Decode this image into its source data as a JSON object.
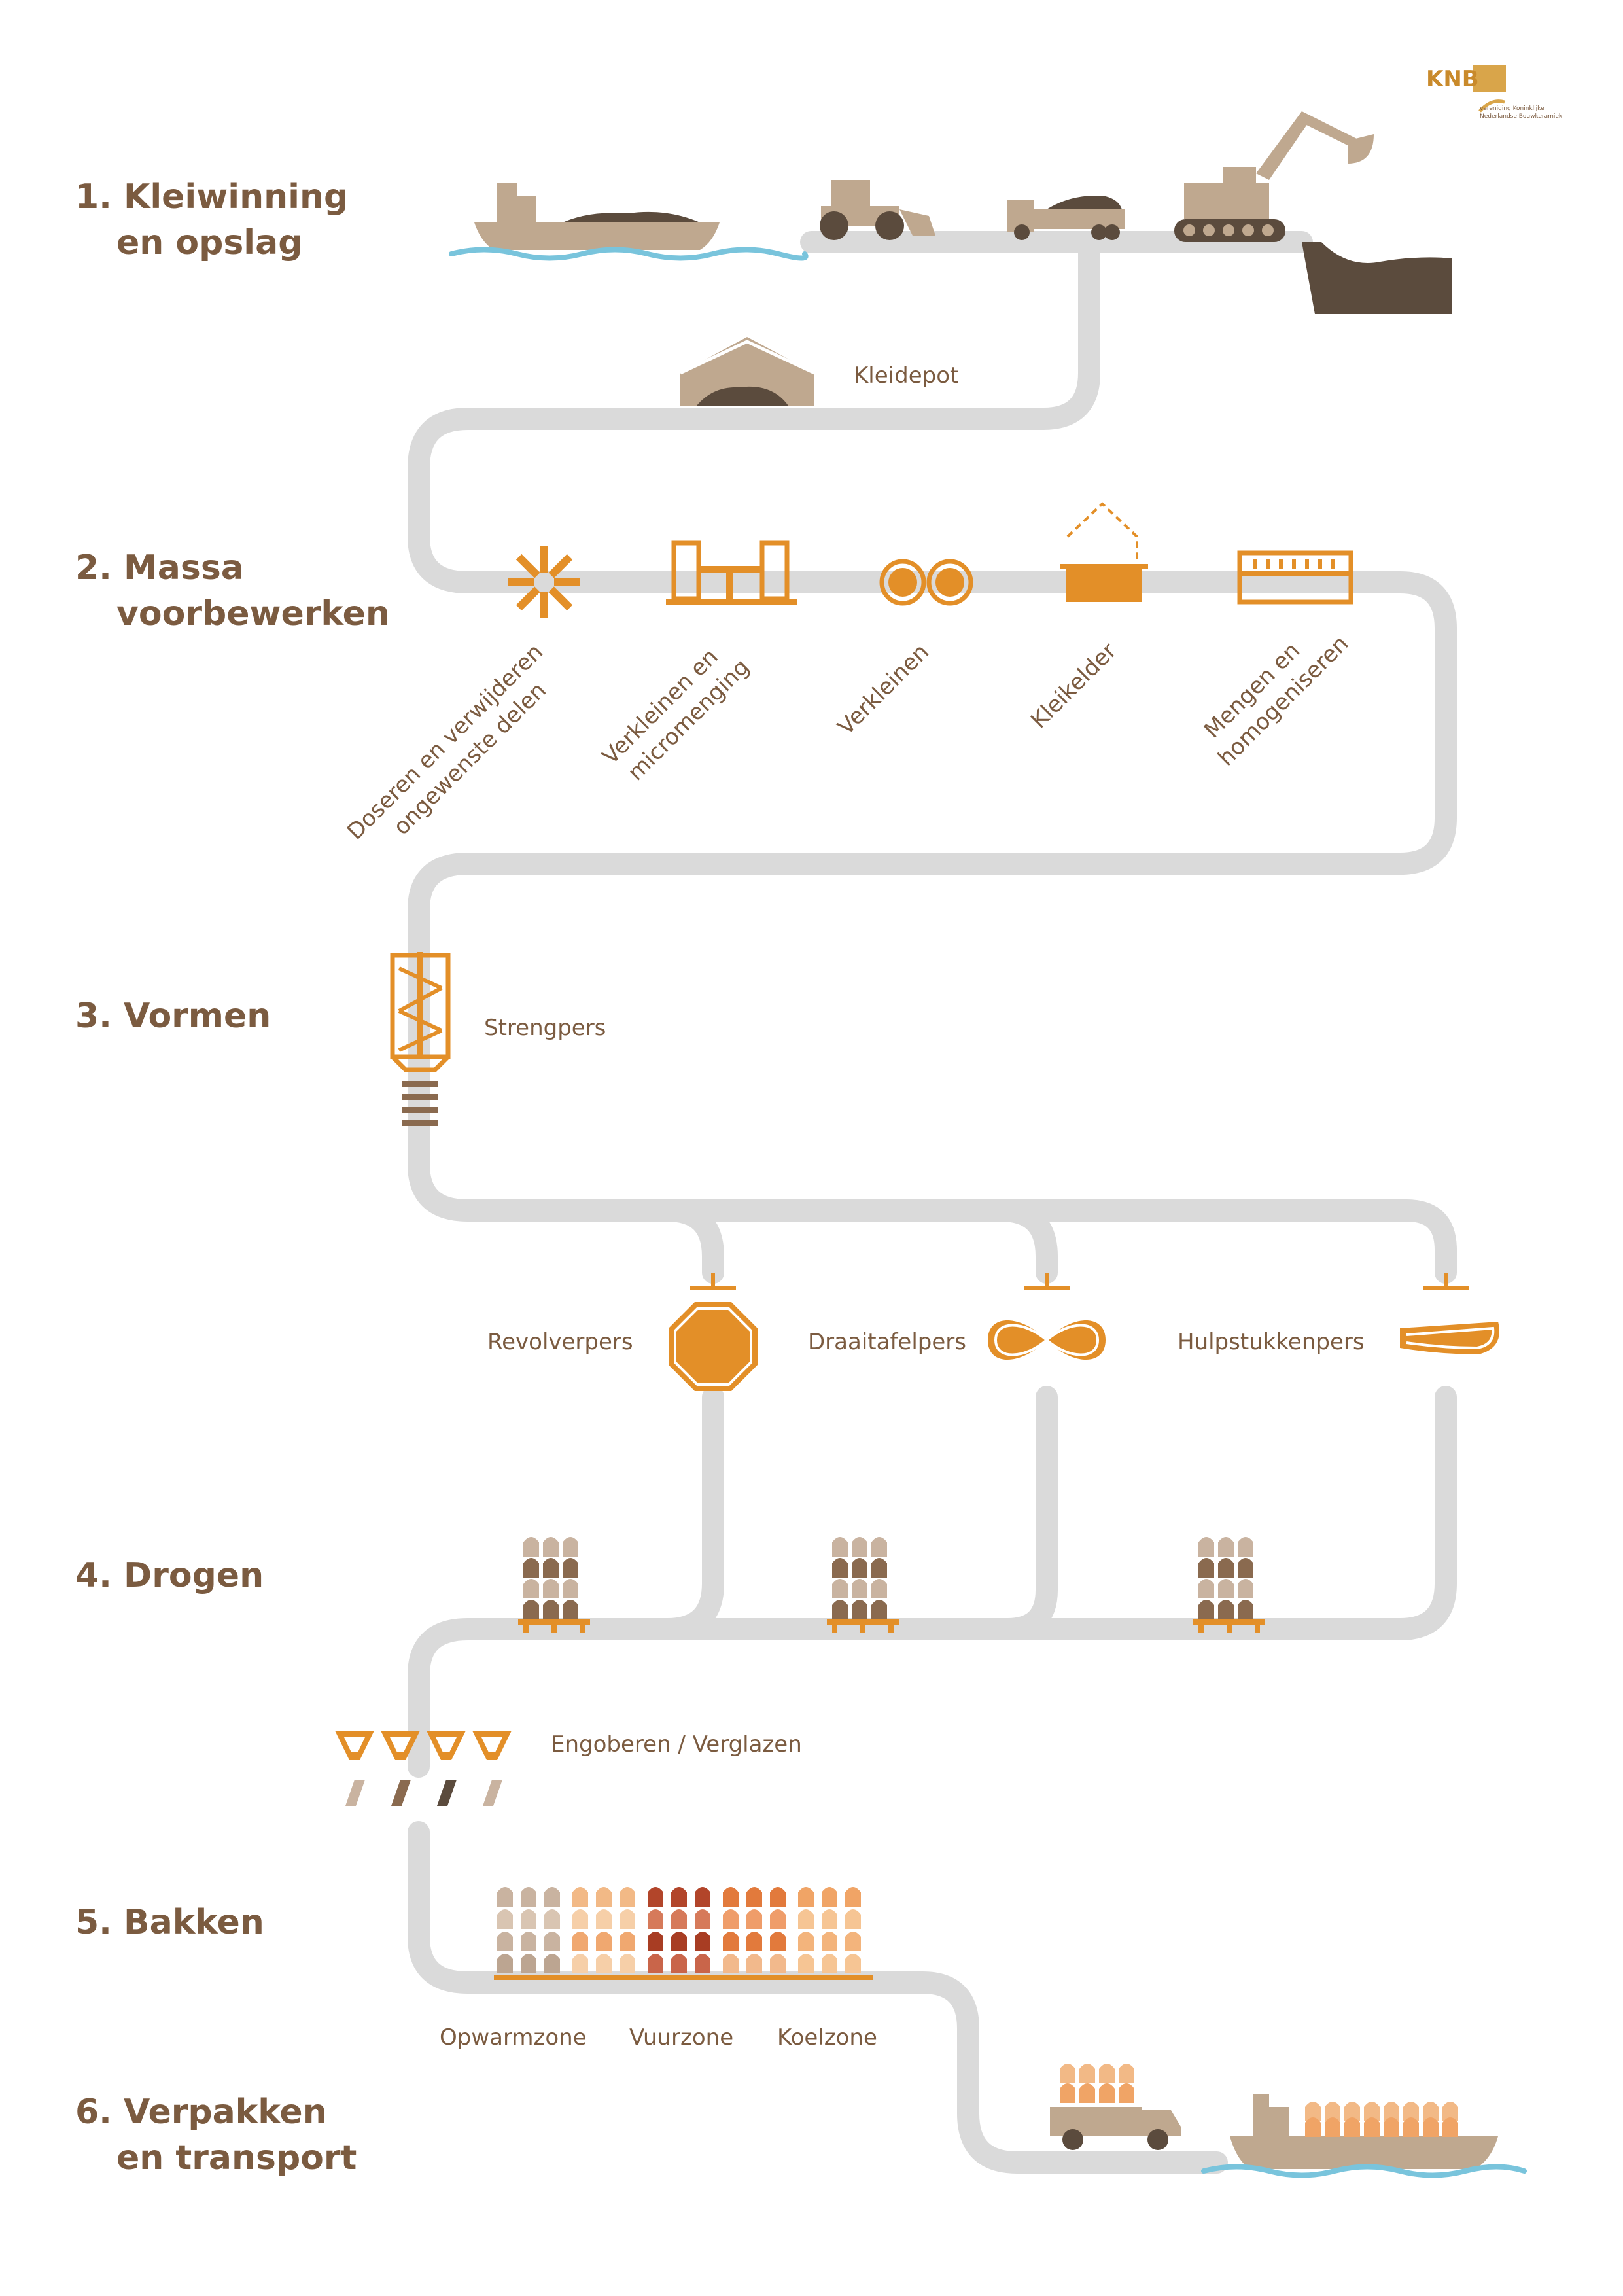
{
  "logo": {
    "brand": "KNB",
    "line1": "vereniging Koninklijke",
    "line2": "Nederlandse Bouwkeramiek"
  },
  "steps": {
    "s1_line1": "1. Kleiwinning",
    "s1_line2": "en opslag",
    "s2_line1": "2. Massa",
    "s2_line2": "voorbewerken",
    "s3": "3. Vormen",
    "s4": "4. Drogen",
    "s5": "5. Bakken",
    "s6_line1": "6. Verpakken",
    "s6_line2": "en transport"
  },
  "labels": {
    "kleidepot": "Kleidepot",
    "doseren_1": "Doseren en verwijderen",
    "doseren_2": "ongewenste delen",
    "verkleinen_micro_1": "Verkleinen en",
    "verkleinen_micro_2": "micromenging",
    "verkleinen": "Verkleinen",
    "kleikelder": "Kleikelder",
    "mengen_1": "Mengen en",
    "mengen_2": "homogeniseren",
    "strengpers": "Strengpers",
    "revolverpers": "Revolverpers",
    "draaitafelpers": "Draaitafelpers",
    "hulpstukkenpers": "Hulpstukkenpers",
    "engoberen": "Engoberen / Verglazen",
    "opwarmzone": "Opwarmzone",
    "vuurzone": "Vuurzone",
    "koelzone": "Koelzone"
  },
  "icons": [
    "barge-icon",
    "wheel-loader-icon",
    "dump-truck-icon",
    "excavator-icon",
    "clay-pit-icon",
    "depot-shed-icon",
    "doser-icon",
    "mixer-icon",
    "rollers-icon",
    "clay-cellar-icon",
    "homogenizer-icon",
    "extruder-icon",
    "octagon-press-icon",
    "rotary-press-icon",
    "accessory-press-icon",
    "drying-rack-icon",
    "glaze-nozzles-icon",
    "kiln-tiles-icon",
    "transport-truck-icon",
    "cargo-ship-icon"
  ],
  "colors": {
    "orange": "#e38f28",
    "beige": "#bfa88f",
    "dark_brown": "#5b4b3d",
    "text_brown": "#7b5b40",
    "road": "#dadada",
    "water": "#79c4dc"
  }
}
